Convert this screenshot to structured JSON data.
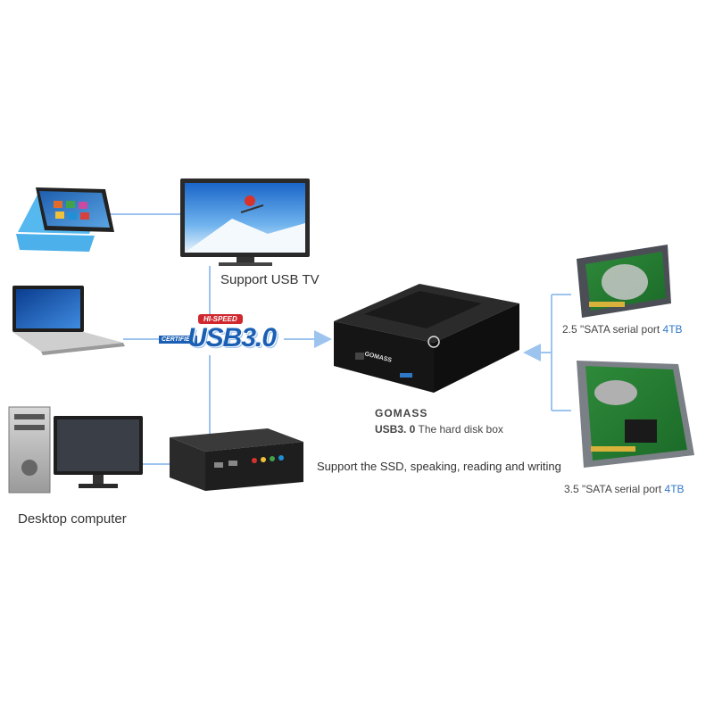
{
  "labels": {
    "tv": "Support USB TV",
    "desktop": "Desktop computer",
    "product_name": "GOMASS",
    "product_desc_prefix": "USB3. 0",
    "product_desc_suffix": "The hard disk box",
    "support": "Support the SSD, speaking, reading and writing",
    "hdd_25_text": "2.5 \"SATA serial port",
    "hdd_25_capacity": "4TB",
    "hdd_35_text": "3.5 \"SATA serial port",
    "hdd_35_capacity": "4TB"
  },
  "usb_logo": {
    "top_text": "HI-SPEED",
    "side_text": "CERTIFIED",
    "main_text": "USB3.0"
  },
  "dock": {
    "brand": "GOMASS"
  },
  "colors": {
    "connector": "#9cc4ee",
    "accent": "#2f78c8",
    "logo_red": "#d0282e",
    "logo_blue": "#1a5fb4"
  }
}
